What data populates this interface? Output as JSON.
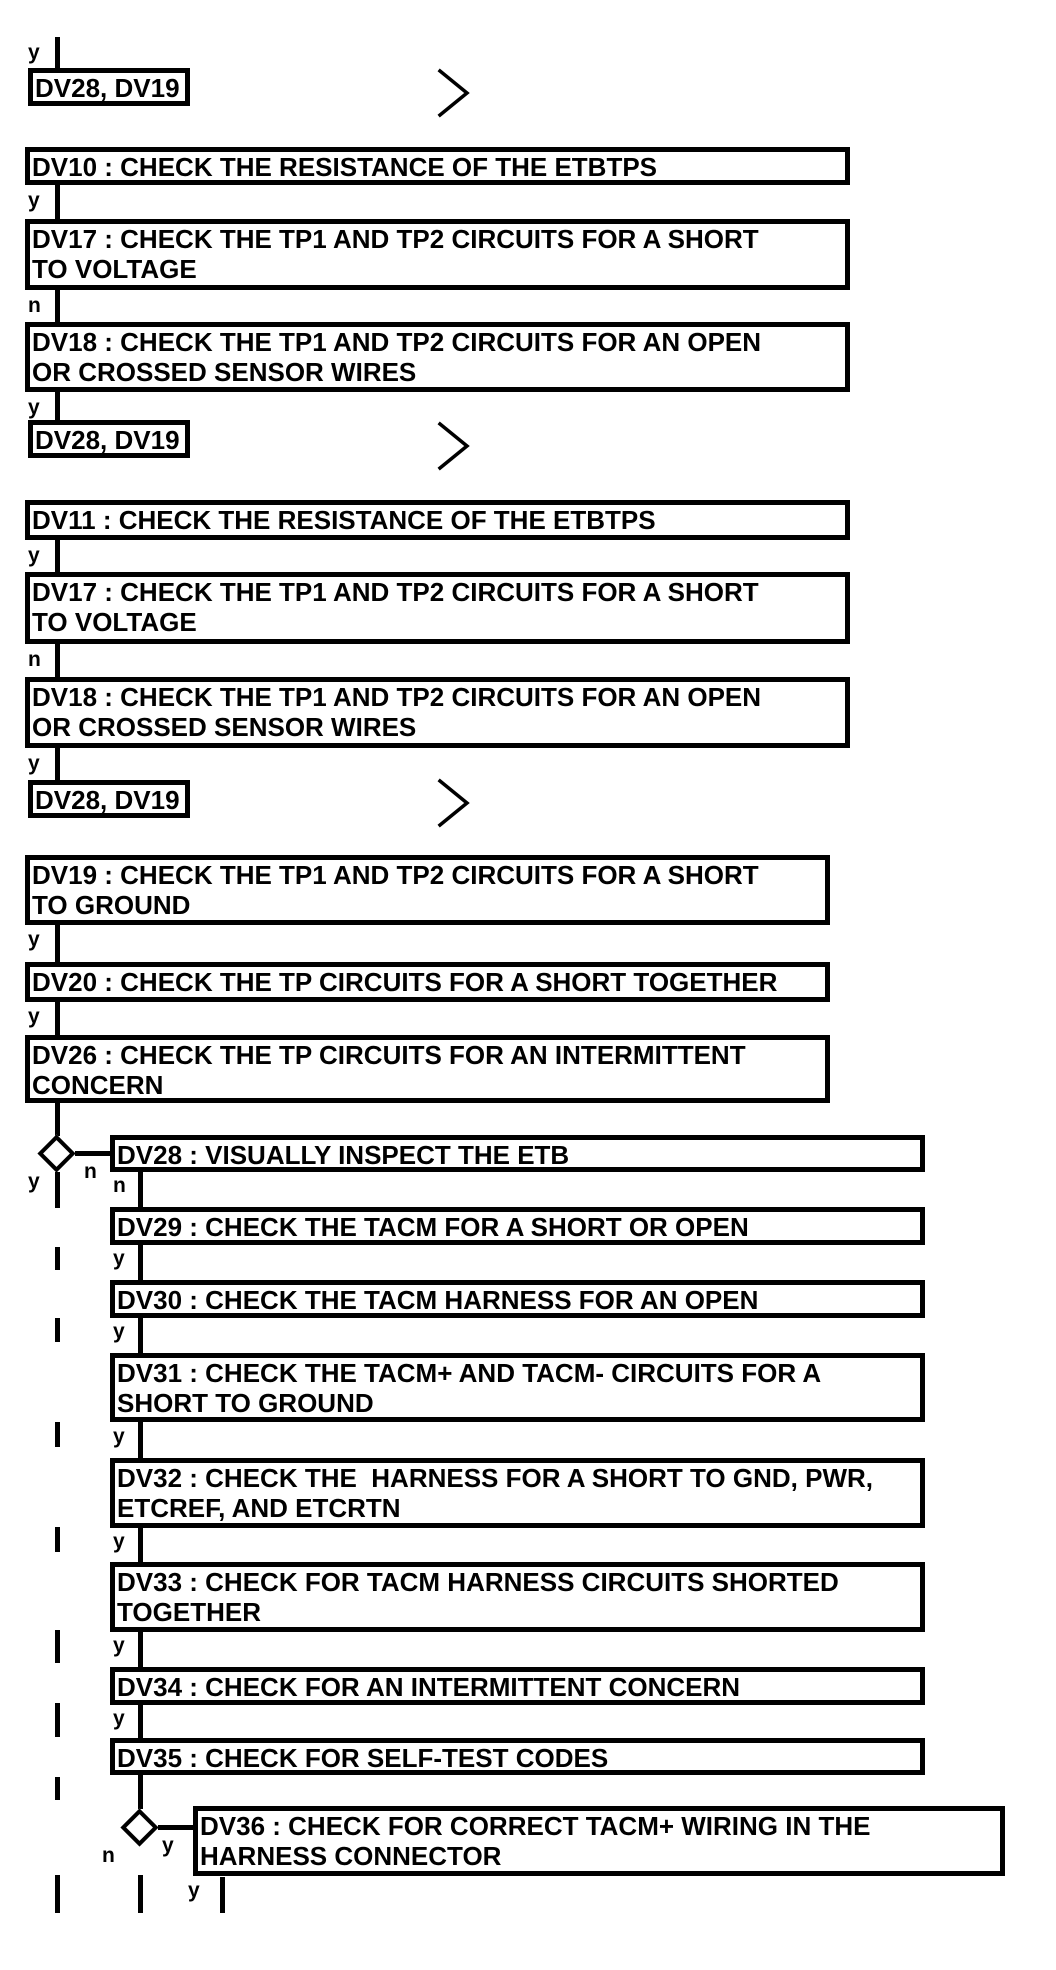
{
  "labels": {
    "yes": "y",
    "no": "n"
  },
  "ref_box": "DV28, DV19",
  "colors": {
    "ink": "#000000",
    "background": "#ffffff"
  },
  "boxes": {
    "dv10": {
      "l1": "DV10 : CHECK THE RESISTANCE OF THE ETBTPS"
    },
    "dv11": {
      "l1": "DV11 : CHECK THE RESISTANCE OF THE ETBTPS"
    },
    "dv17": {
      "l1": "DV17 : CHECK THE TP1 AND TP2 CIRCUITS FOR A SHORT",
      "l2": "TO VOLTAGE"
    },
    "dv18": {
      "l1": "DV18 : CHECK THE TP1 AND TP2 CIRCUITS FOR AN OPEN",
      "l2": "OR CROSSED SENSOR WIRES"
    },
    "dv19": {
      "l1": "DV19 : CHECK THE TP1 AND TP2 CIRCUITS FOR A SHORT",
      "l2": "TO GROUND"
    },
    "dv20": {
      "l1": "DV20 : CHECK THE TP CIRCUITS FOR A SHORT TOGETHER"
    },
    "dv26": {
      "l1": "DV26 : CHECK THE TP CIRCUITS FOR AN INTERMITTENT",
      "l2": "CONCERN"
    },
    "dv28": {
      "l1": "DV28 : VISUALLY INSPECT THE ETB"
    },
    "dv29": {
      "l1": "DV29 : CHECK THE TACM FOR A SHORT OR OPEN"
    },
    "dv30": {
      "l1": "DV30 : CHECK THE TACM HARNESS FOR AN OPEN"
    },
    "dv31": {
      "l1": "DV31 : CHECK THE TACM+ AND TACM- CIRCUITS FOR A",
      "l2": "SHORT TO GROUND"
    },
    "dv32": {
      "l1": "DV32 : CHECK THE  HARNESS FOR A SHORT TO GND, PWR,",
      "l2": "ETCREF, AND ETCRTN"
    },
    "dv33": {
      "l1": "DV33 : CHECK FOR TACM HARNESS CIRCUITS SHORTED",
      "l2": "TOGETHER"
    },
    "dv34": {
      "l1": "DV34 : CHECK FOR AN INTERMITTENT CONCERN"
    },
    "dv35": {
      "l1": "DV35 : CHECK FOR SELF-TEST CODES"
    },
    "dv36": {
      "l1": "DV36 : CHECK FOR CORRECT TACM+ WIRING IN THE",
      "l2": "HARNESS CONNECTOR"
    }
  }
}
